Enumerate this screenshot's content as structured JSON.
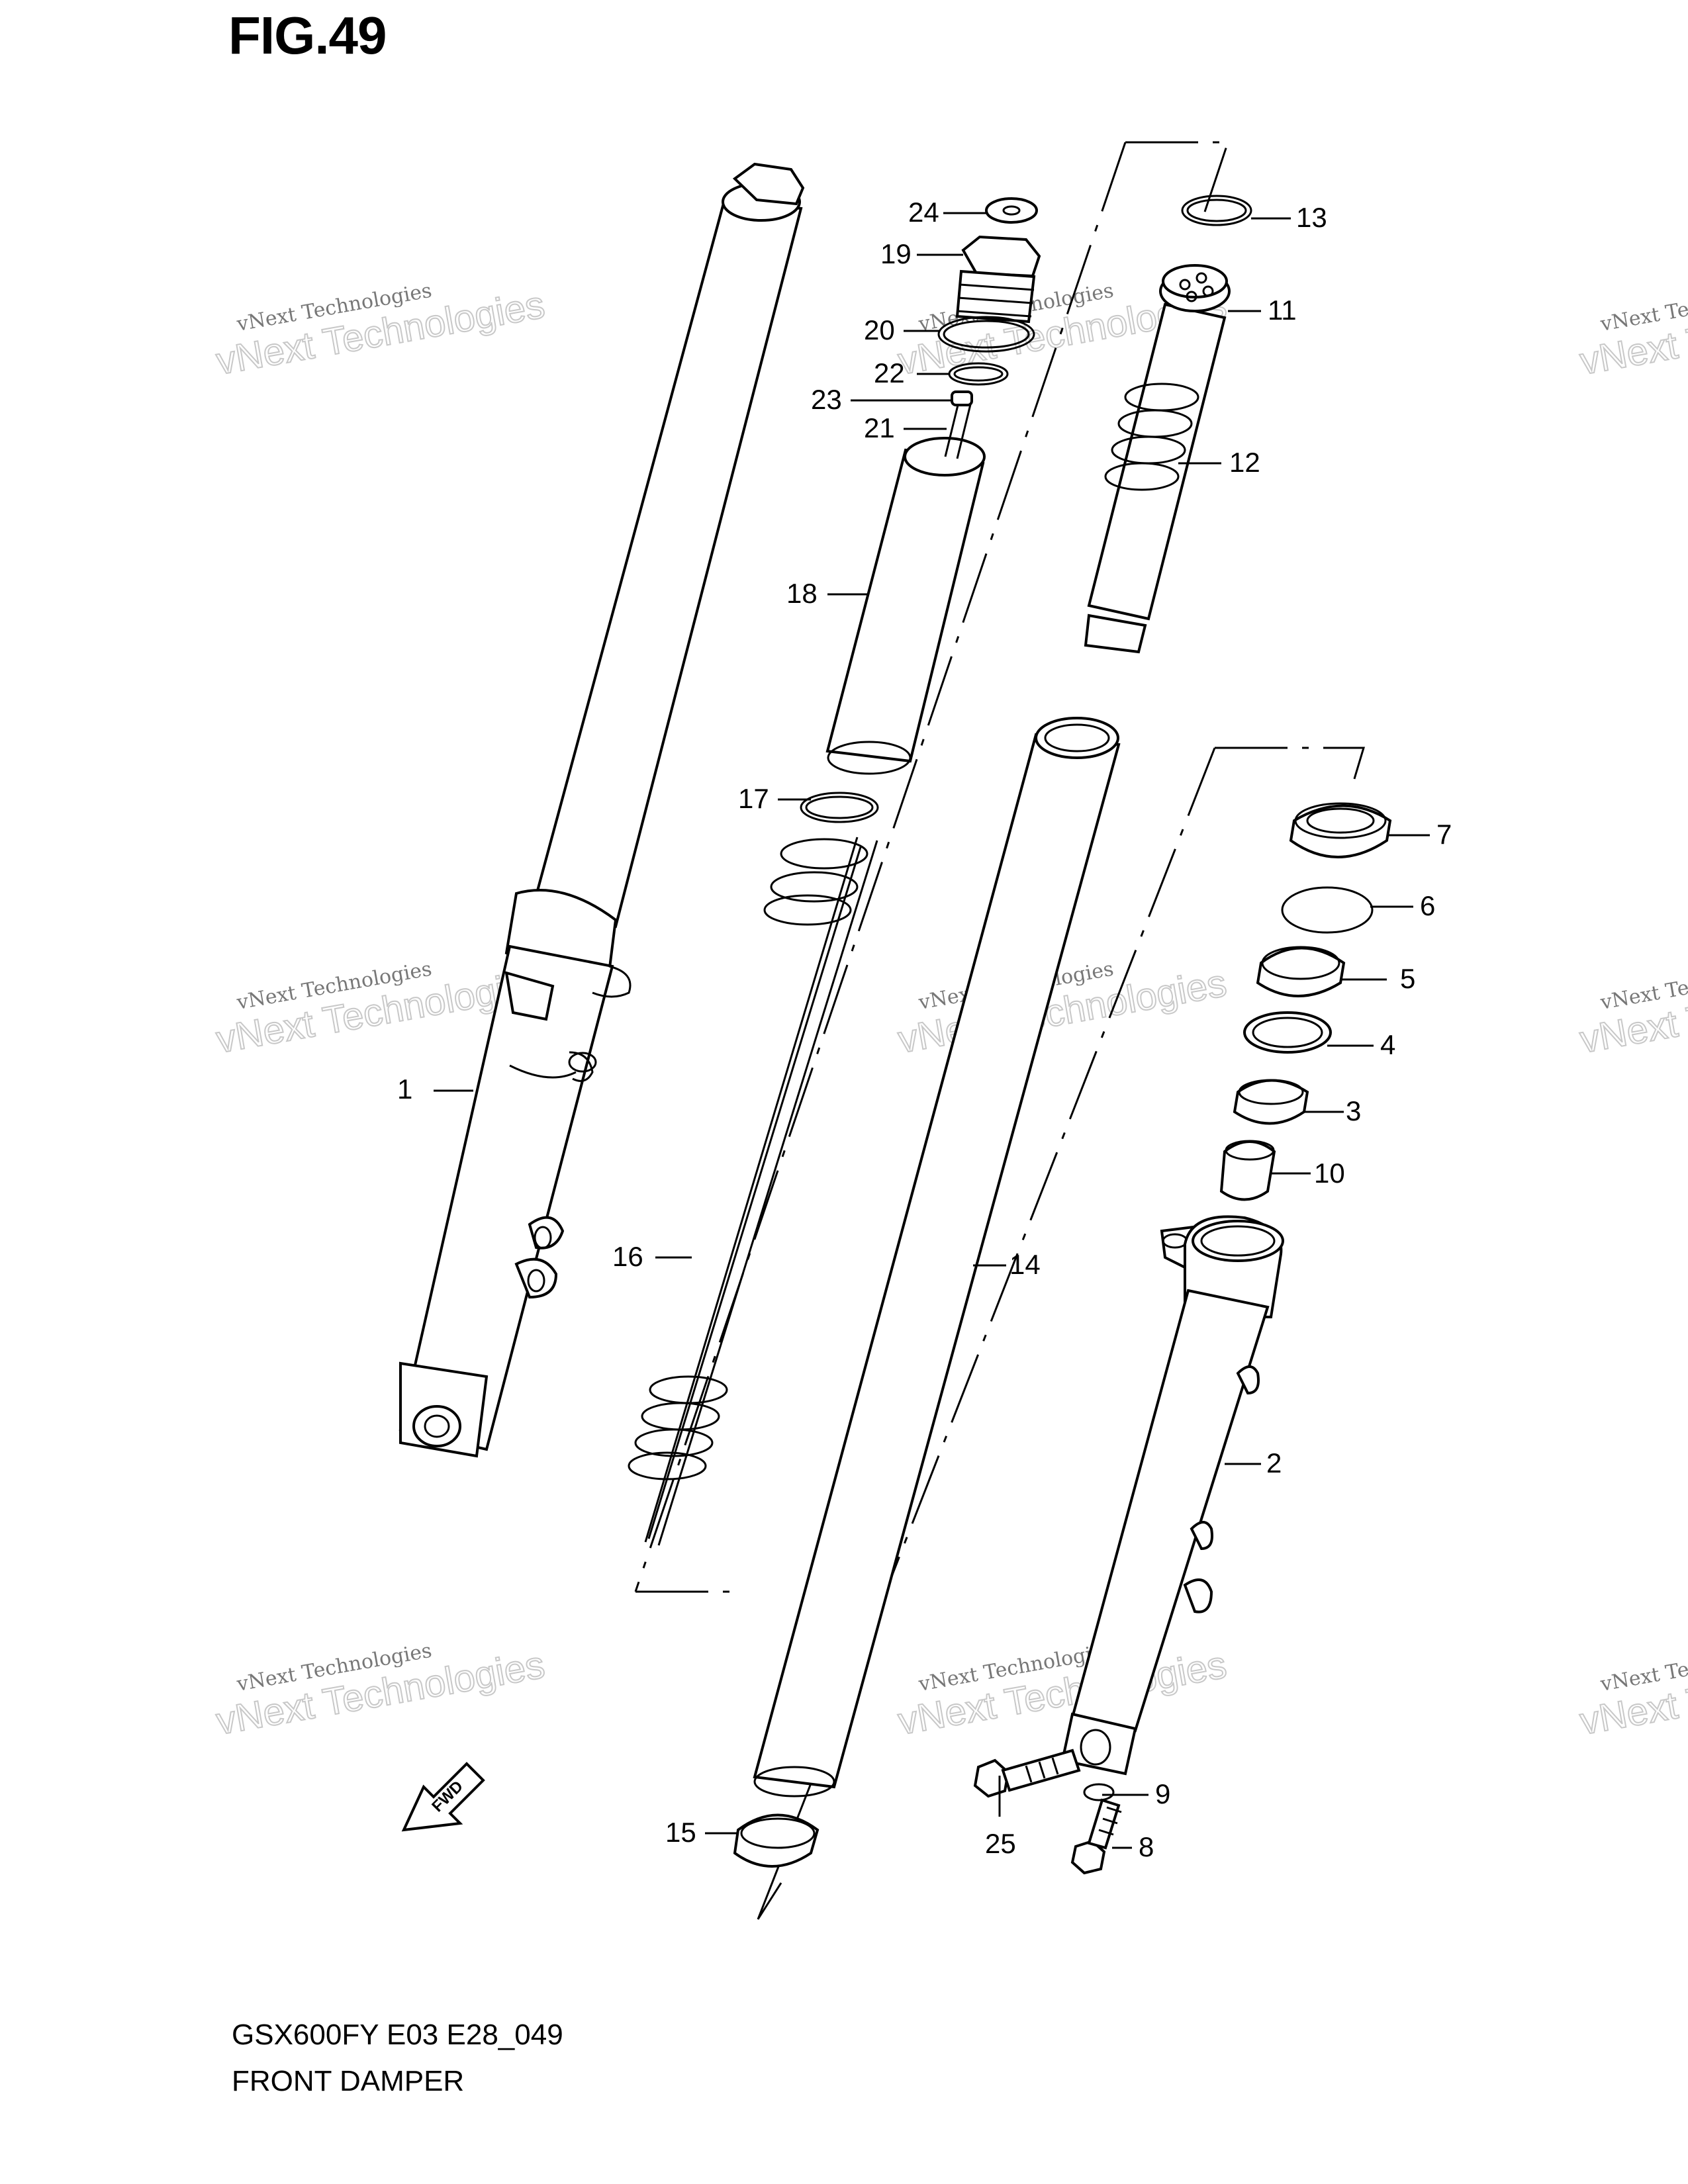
{
  "figure": {
    "title": "FIG.49",
    "model_code": "GSX600FY E03 E28_049",
    "name": "FRONT DAMPER",
    "fwd_label": "FWD"
  },
  "watermark": {
    "line1": "vNext Technologies",
    "line2": "vNext Technologies"
  },
  "callouts": [
    {
      "num": "1",
      "part": "outer-tube-left"
    },
    {
      "num": "2",
      "part": "outer-tube-right"
    },
    {
      "num": "3",
      "part": "dust-seal-ring"
    },
    {
      "num": "4",
      "part": "oil-seal-ring"
    },
    {
      "num": "5",
      "part": "seal-spacer"
    },
    {
      "num": "6",
      "part": "stopper-ring"
    },
    {
      "num": "7",
      "part": "dust-seal"
    },
    {
      "num": "8",
      "part": "bolt"
    },
    {
      "num": "9",
      "part": "gasket"
    },
    {
      "num": "10",
      "part": "oil-lock-piece"
    },
    {
      "num": "11",
      "part": "damper-rod"
    },
    {
      "num": "12",
      "part": "rebound-spring"
    },
    {
      "num": "13",
      "part": "piston-ring"
    },
    {
      "num": "14",
      "part": "inner-tube"
    },
    {
      "num": "15",
      "part": "slide-bushing"
    },
    {
      "num": "16",
      "part": "fork-spring"
    },
    {
      "num": "17",
      "part": "spring-seat-ring"
    },
    {
      "num": "18",
      "part": "spacer"
    },
    {
      "num": "19",
      "part": "cap-bolt"
    },
    {
      "num": "20",
      "part": "o-ring"
    },
    {
      "num": "21",
      "part": "adjuster-rod"
    },
    {
      "num": "22",
      "part": "small-o-ring"
    },
    {
      "num": "23",
      "part": "adjuster"
    },
    {
      "num": "24",
      "part": "washer"
    },
    {
      "num": "25",
      "part": "axle-bolt"
    }
  ]
}
